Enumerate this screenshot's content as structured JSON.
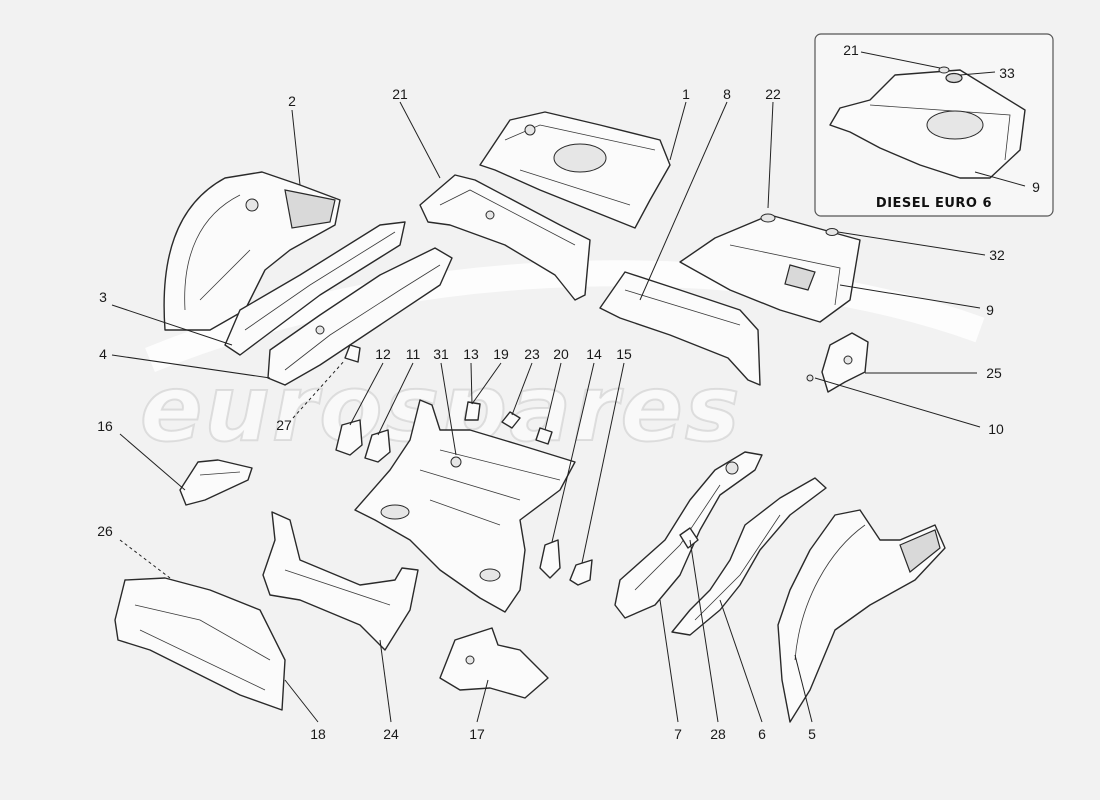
{
  "watermark": "eurospares",
  "inset": {
    "label": "DIESEL EURO 6"
  },
  "callouts": [
    {
      "id": "c1",
      "label": "1"
    },
    {
      "id": "c2",
      "label": "2"
    },
    {
      "id": "c3",
      "label": "3"
    },
    {
      "id": "c4",
      "label": "4"
    },
    {
      "id": "c5",
      "label": "5"
    },
    {
      "id": "c6",
      "label": "6"
    },
    {
      "id": "c7",
      "label": "7"
    },
    {
      "id": "c8",
      "label": "8"
    },
    {
      "id": "c9a",
      "label": "9"
    },
    {
      "id": "c9b",
      "label": "9"
    },
    {
      "id": "c10",
      "label": "10"
    },
    {
      "id": "c11",
      "label": "11"
    },
    {
      "id": "c12",
      "label": "12"
    },
    {
      "id": "c13",
      "label": "13"
    },
    {
      "id": "c14",
      "label": "14"
    },
    {
      "id": "c15",
      "label": "15"
    },
    {
      "id": "c16",
      "label": "16"
    },
    {
      "id": "c17",
      "label": "17"
    },
    {
      "id": "c18",
      "label": "18"
    },
    {
      "id": "c19",
      "label": "19"
    },
    {
      "id": "c20",
      "label": "20"
    },
    {
      "id": "c21a",
      "label": "21"
    },
    {
      "id": "c21b",
      "label": "21"
    },
    {
      "id": "c22",
      "label": "22"
    },
    {
      "id": "c23",
      "label": "23"
    },
    {
      "id": "c24",
      "label": "24"
    },
    {
      "id": "c25",
      "label": "25"
    },
    {
      "id": "c26",
      "label": "26"
    },
    {
      "id": "c27",
      "label": "27"
    },
    {
      "id": "c28",
      "label": "28"
    },
    {
      "id": "c31",
      "label": "31"
    },
    {
      "id": "c32",
      "label": "32"
    },
    {
      "id": "c33",
      "label": "33"
    }
  ]
}
